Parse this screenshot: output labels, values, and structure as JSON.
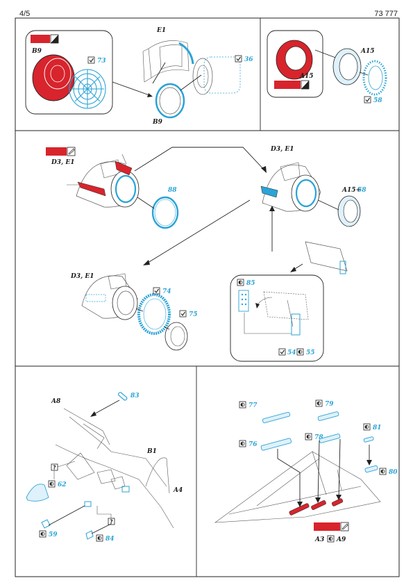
{
  "header": {
    "page": "4/5",
    "kit_no": "73 777"
  },
  "colors": {
    "red": "#d8242c",
    "blue": "#2aa3d6",
    "black": "#1a1a1a"
  },
  "icons": {
    "check": "check-box-icon",
    "bend": "bend-half-circle-icon",
    "optional": "question-box-icon",
    "paint": "paint-swatch-icon"
  },
  "panel1": {
    "inset_label": "B9",
    "inset_num": "73",
    "part_e1": "E1",
    "part_b9": "B9",
    "num_36": "36"
  },
  "panel2": {
    "part_a15_a": "A15",
    "part_a15_b": "A15",
    "num_58": "58"
  },
  "panel3": {
    "label_left": "D3, E1",
    "label_right": "D3, E1",
    "label_bottom": "D3, E1",
    "num_88": "88",
    "combo_a15": "A15+",
    "combo_58": "58",
    "num_74": "74",
    "num_75": "75",
    "num_85": "85",
    "num_54": "54",
    "num_55": "55"
  },
  "panel4": {
    "part_a8": "A8",
    "part_b1": "B1",
    "part_a4": "A4",
    "num_83": "83",
    "num_62": "62",
    "num_59": "59",
    "num_84": "84"
  },
  "panel5": {
    "num_77": "77",
    "num_76": "76",
    "num_79": "79",
    "num_78": "78",
    "num_81": "81",
    "num_80": "80",
    "part_a3": "A3",
    "part_a9": "A9"
  }
}
